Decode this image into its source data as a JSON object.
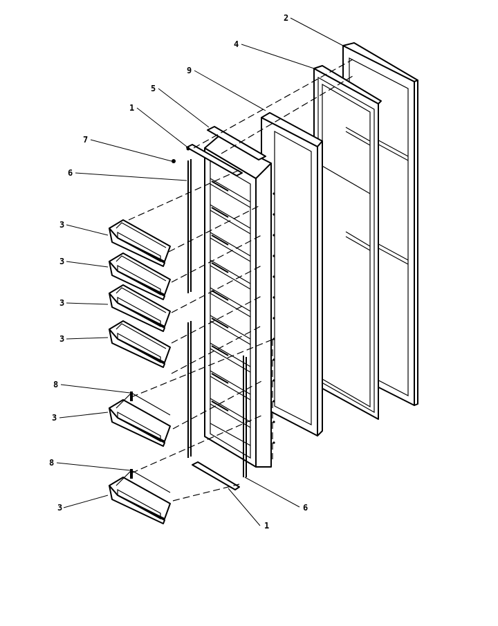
{
  "callouts": {
    "door_outer_panel": "2",
    "door_gasket": "4",
    "door_liner_panel": "9",
    "trim_top": "5",
    "retainer_top": "1",
    "screw": "7",
    "retainer_side_left": "6",
    "bin": "3",
    "bin_end_cap": "8",
    "retainer_side_right": "6",
    "retainer_bottom": "1"
  }
}
